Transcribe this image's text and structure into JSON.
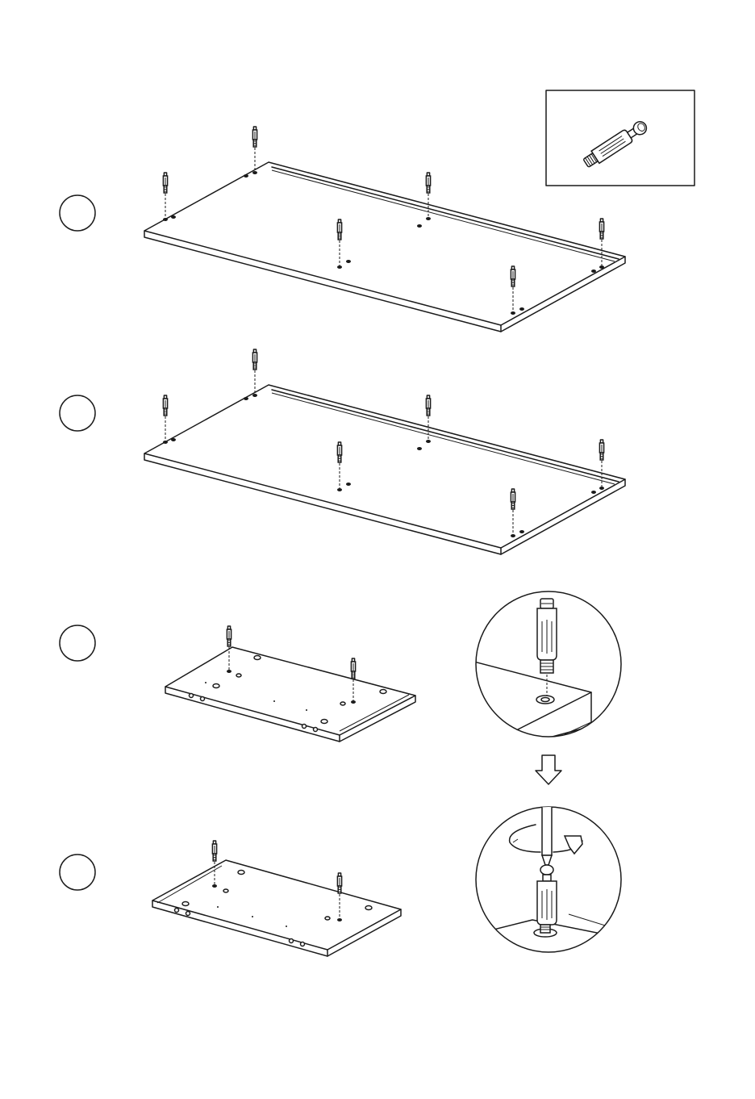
{
  "diagram": {
    "steps": [
      {
        "id": "step-1",
        "label": ""
      },
      {
        "id": "step-2",
        "label": ""
      },
      {
        "id": "step-3",
        "label": ""
      },
      {
        "id": "step-4",
        "label": ""
      }
    ],
    "parts": {
      "cam_dowel": {
        "icon": "cam-dowel-icon",
        "count_per_large_panel": 6,
        "count_per_small_panel": 2
      }
    },
    "details": {
      "insert": {
        "icon": "dowel-insert-detail"
      },
      "direction_arrow": {
        "icon": "down-arrow-icon"
      },
      "tighten": {
        "icon": "screwdriver-rotate-detail"
      }
    },
    "colors": {
      "line": "#1a1a1a",
      "background": "#ffffff"
    }
  }
}
